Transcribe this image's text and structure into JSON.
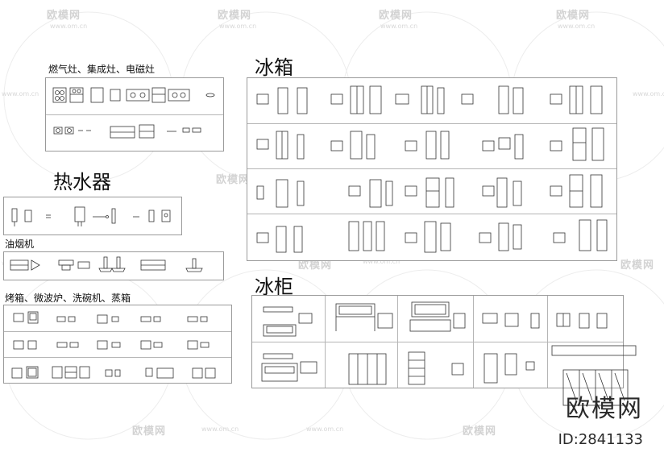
{
  "sections": {
    "stoves": "燃气灶、集成灶、电磁灶",
    "water_heater": "热水器",
    "range_hood": "油烟机",
    "ovens": "烤箱、微波炉、洗碗机、蒸箱",
    "fridge": "冰箱",
    "freezer": "冰柜"
  },
  "watermark": {
    "logo_text": "欧模网",
    "url": "www.om.cn"
  },
  "brand": {
    "name": "欧模网",
    "id": "ID:2841133"
  }
}
